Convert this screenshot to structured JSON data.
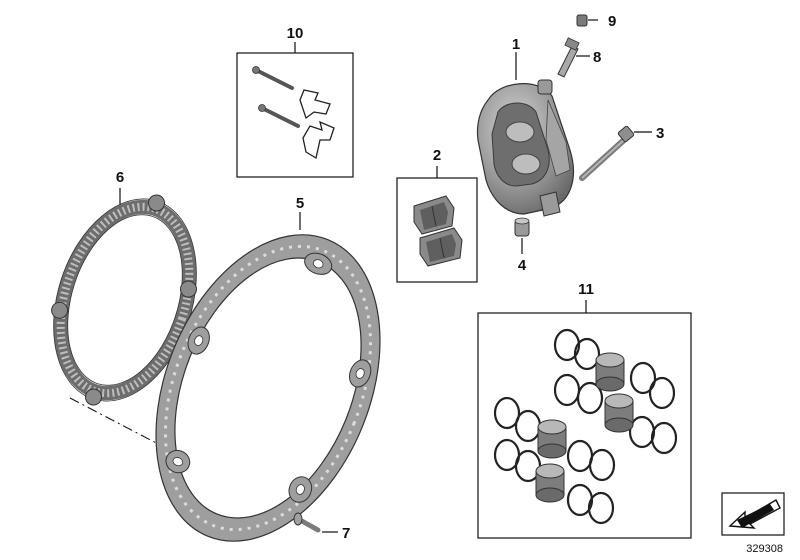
{
  "callouts": {
    "c1": "1",
    "c2": "2",
    "c3": "3",
    "c4": "4",
    "c5": "5",
    "c6": "6",
    "c7": "7",
    "c8": "8",
    "c9": "9",
    "c10": "10",
    "c11": "11"
  },
  "reference_number": "329308",
  "colors": {
    "part_gray": "#8f8f8f",
    "part_light": "#c9c9c9",
    "part_dark": "#5e5e5e",
    "line": "#111111"
  }
}
